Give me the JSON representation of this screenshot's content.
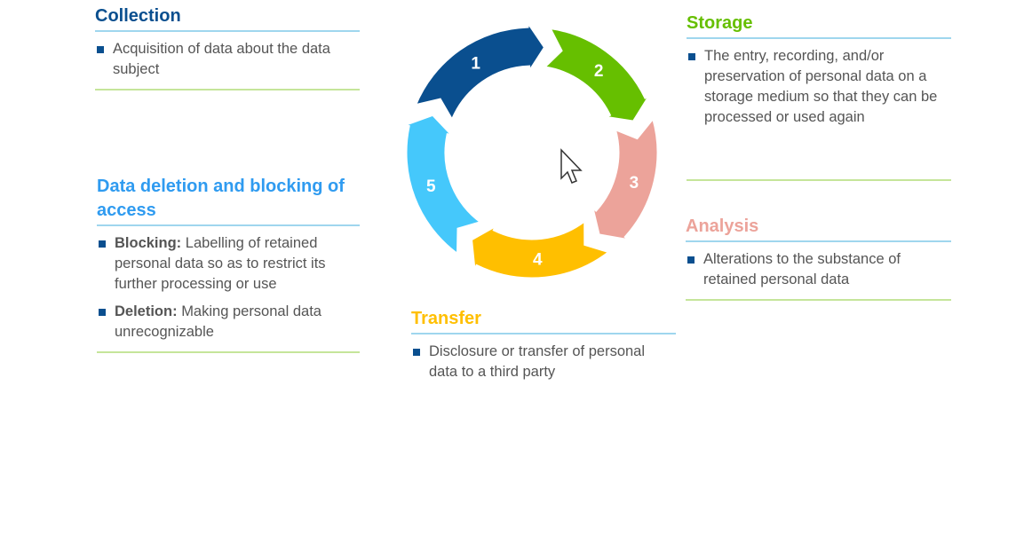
{
  "collection": {
    "title": "Collection",
    "items": [
      {
        "text": "Acquisition of data about the data subject"
      }
    ]
  },
  "storage": {
    "title": "Storage",
    "items": [
      {
        "text": "The entry, recording, and/or preservation of personal data on a storage medium so that they can be processed or used again"
      }
    ]
  },
  "deletion": {
    "title": "Data deletion and blocking of access",
    "items": [
      {
        "bold": "Blocking:",
        "text": "Labelling of retained personal data so as to restrict its further processing or use"
      },
      {
        "bold": "Deletion:",
        "text": "Making personal data unrecognizable"
      }
    ]
  },
  "analysis": {
    "title": "Analysis",
    "items": [
      {
        "text": "Alterations to the substance of retained personal data"
      }
    ]
  },
  "transfer": {
    "title": "Transfer",
    "items": [
      {
        "text": "Disclosure or transfer of personal data to a third party"
      }
    ]
  },
  "cycle": {
    "steps": [
      {
        "label": "1",
        "color": "#0a4f8f"
      },
      {
        "label": "2",
        "color": "#66bf00"
      },
      {
        "label": "3",
        "color": "#eca39a"
      },
      {
        "label": "4",
        "color": "#ffbf00"
      },
      {
        "label": "5",
        "color": "#45c8fb"
      }
    ]
  },
  "colors": {
    "collection": "#0a4f8f",
    "storage": "#66bf00",
    "deletion": "#2f9bf0",
    "analysis": "#eca39a",
    "transfer": "#ffbf00"
  }
}
